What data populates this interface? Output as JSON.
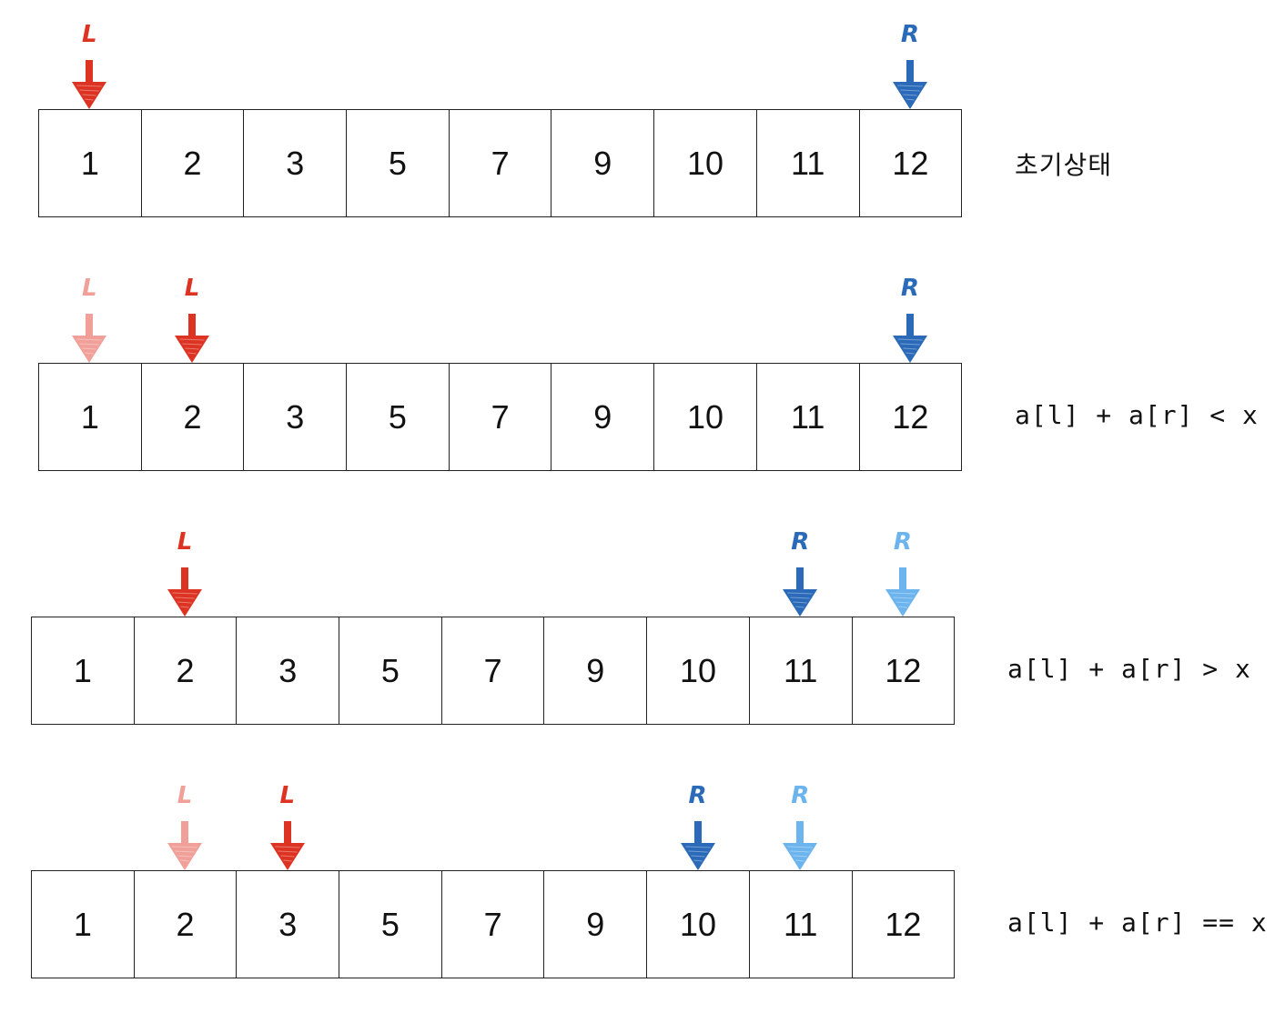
{
  "colors": {
    "left_active": "#dd3322",
    "left_prev": "#f0a098",
    "right_active": "#2a6ab8",
    "right_prev": "#6cb4ee"
  },
  "array_values": [
    "1",
    "2",
    "3",
    "5",
    "7",
    "9",
    "10",
    "11",
    "12"
  ],
  "rows": [
    {
      "caption": "초기상태",
      "markers": [
        {
          "letter": "L",
          "index": 0,
          "state": "left_active"
        },
        {
          "letter": "R",
          "index": 8,
          "state": "right_active"
        }
      ]
    },
    {
      "caption": "a[l] + a[r] < x",
      "markers": [
        {
          "letter": "L",
          "index": 0,
          "state": "left_prev"
        },
        {
          "letter": "L",
          "index": 1,
          "state": "left_active"
        },
        {
          "letter": "R",
          "index": 8,
          "state": "right_active"
        }
      ]
    },
    {
      "caption": "a[l] + a[r] > x",
      "markers": [
        {
          "letter": "L",
          "index": 1,
          "state": "left_active"
        },
        {
          "letter": "R",
          "index": 7,
          "state": "right_active"
        },
        {
          "letter": "R",
          "index": 8,
          "state": "right_prev"
        }
      ]
    },
    {
      "caption": "a[l] + a[r] == x",
      "markers": [
        {
          "letter": "L",
          "index": 1,
          "state": "left_prev"
        },
        {
          "letter": "L",
          "index": 2,
          "state": "left_active"
        },
        {
          "letter": "R",
          "index": 6,
          "state": "right_active"
        },
        {
          "letter": "R",
          "index": 7,
          "state": "right_prev"
        }
      ]
    }
  ]
}
